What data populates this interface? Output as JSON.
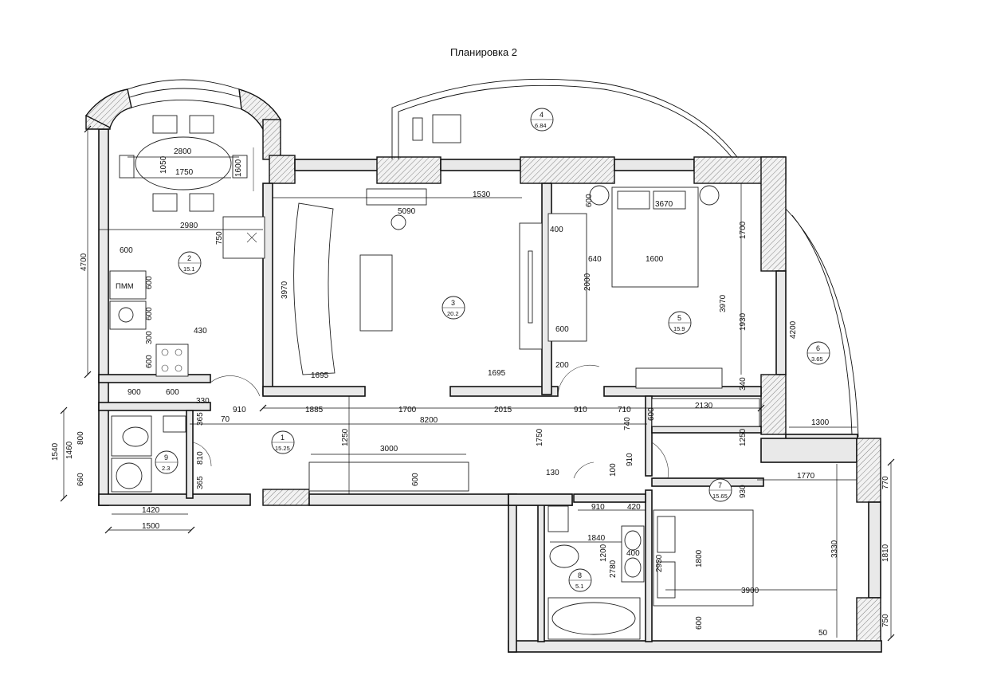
{
  "title": "Планировка 2",
  "rooms": [
    {
      "id": "room-1",
      "number": "1",
      "area": "15.25"
    },
    {
      "id": "room-2",
      "number": "2",
      "area": "15.1"
    },
    {
      "id": "room-3",
      "number": "3",
      "area": "20.2"
    },
    {
      "id": "room-4",
      "number": "4",
      "area": "6.84"
    },
    {
      "id": "room-5",
      "number": "5",
      "area": "15.9"
    },
    {
      "id": "room-6",
      "number": "6",
      "area": "3.65"
    },
    {
      "id": "room-7",
      "number": "7",
      "area": "15.65"
    },
    {
      "id": "room-8",
      "number": "8",
      "area": "5.1"
    },
    {
      "id": "room-9",
      "number": "9",
      "area": "2.3"
    }
  ],
  "labels": {
    "pmm": "ПММ"
  },
  "dimensions": {
    "d2800": "2800",
    "d1050": "1050",
    "d1750": "1750",
    "d1600a": "1600",
    "d2980": "2980",
    "d4700": "4700",
    "d750": "750",
    "d600a": "600",
    "d600b": "600",
    "d600c": "600",
    "d300": "300",
    "d430": "430",
    "d600d": "600",
    "d900": "900",
    "d600e": "600",
    "d330": "330",
    "d1530": "1530",
    "d5090": "5090",
    "d3970a": "3970",
    "d1695a": "1695",
    "d1695b": "1695",
    "d600f": "600",
    "d3670": "3670",
    "d1700a": "1700",
    "d400": "400",
    "d640": "640",
    "d1600b": "1600",
    "d2000": "2000",
    "d600g": "600",
    "d3970b": "3970",
    "d1930": "1930",
    "d4200": "4200",
    "d200": "200",
    "d340": "340",
    "d910a": "910",
    "d1885": "1885",
    "d1700b": "1700",
    "d2015": "2015",
    "d910b": "910",
    "d710": "710",
    "d70": "70",
    "d8200": "8200",
    "d365a": "365",
    "d2130": "2130",
    "d600h": "600",
    "d740": "740",
    "d1300": "1300",
    "d1540": "1540",
    "d1460": "1460",
    "d800": "800",
    "d660": "660",
    "d810": "810",
    "d365b": "365",
    "d1250a": "1250",
    "d3000": "3000",
    "d600i": "600",
    "d1250b": "1250",
    "d130": "130",
    "d100": "100",
    "d910c": "910",
    "d1770": "1770",
    "d930": "930",
    "d770": "770",
    "d1420": "1420",
    "d1500": "1500",
    "d910d": "910",
    "d420": "420",
    "d1840": "1840",
    "d1200": "1200",
    "d2780": "2780",
    "d400b": "400",
    "d2930": "2930",
    "d1800": "1800",
    "d3330": "3330",
    "d1810": "1810",
    "d3900": "3900",
    "d600j": "600",
    "d50": "50",
    "d750b": "750"
  }
}
